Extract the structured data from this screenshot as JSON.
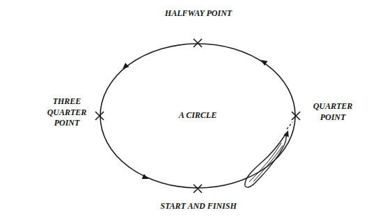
{
  "diagram": {
    "nodes": [
      {
        "text": [
          "A CIRCLE"
        ]
      }
    ],
    "labels": [
      "HALFWAY POINT",
      "QUARTER POINT",
      "THREE QUARTER POINT",
      "START AND FINISH"
    ]
  }
}
